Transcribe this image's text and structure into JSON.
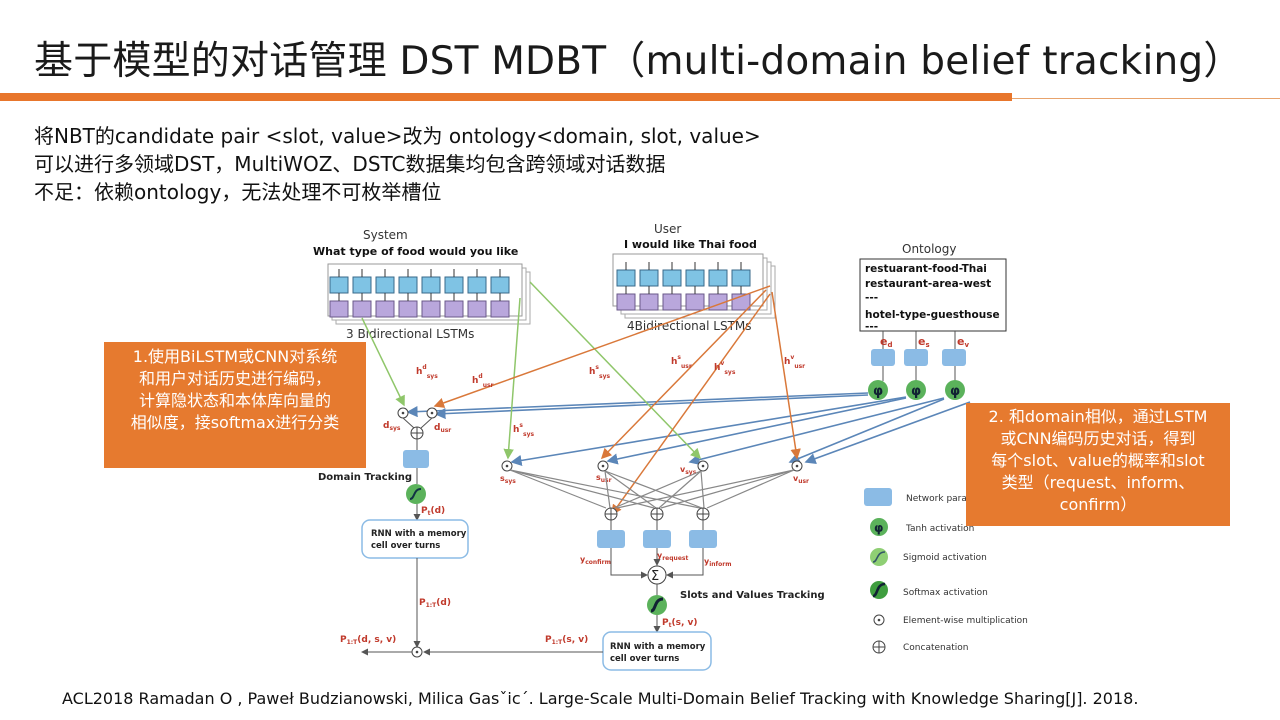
{
  "slide": {
    "title": "基于模型的对话管理 DST MDBT（multi-domain belief tracking）",
    "bullets": [
      "将NBT的candidate pair <slot, value>改为 ontology<domain, slot, value>",
      "可以进行多领域DST，MultiWOZ、DSTC数据集均包含跨领域对话数据",
      "不足：依赖ontology，无法处理不可枚举槽位"
    ],
    "note_left": [
      "1.使用BiLSTM或CNN对系统",
      "和用户对话历史进行编码，",
      "计算隐状态和本体库向量的",
      "相似度，接softmax进行分类"
    ],
    "note_right": [
      "2. 和domain相似，通过LSTM",
      "或CNN编码历史对话，得到",
      "每个slot、value的概率和slot",
      "类型（request、inform、",
      "confirm）"
    ],
    "citation": "ACL2018 Ramadan O , Paweł Budzianowski, Milica Gasˇicˊ. Large-Scale Multi-Domain Belief Tracking with Knowledge Sharing[J]. 2018."
  },
  "diagram": {
    "system_label": "System",
    "system_utterance": "What type of food would you like",
    "system_lstm_caption": "3 Bidirectional LSTMs",
    "user_label": "User",
    "user_utterance": "I would like Thai food",
    "user_lstm_caption": "4Bidirectional LSTMs",
    "ontology_label": "Ontology",
    "ontology_items": [
      "restuarant-food-Thai",
      "restaurant-area-west",
      "---",
      "hotel-type-guesthouse",
      "---"
    ],
    "embedding_labels": [
      "e",
      "e",
      "e"
    ],
    "embedding_subscripts": [
      "d",
      "s",
      "v"
    ],
    "phi_symbol": "φ",
    "hidden_labels": [
      "h",
      "h",
      "h",
      "h",
      "h",
      "h",
      "h"
    ],
    "hidden_sup": [
      "d",
      "d",
      "s",
      "s",
      "v",
      "v",
      "s"
    ],
    "hidden_sub": [
      "sys",
      "usr",
      "sys",
      "usr",
      "sys",
      "usr",
      "sys"
    ],
    "d_sys": "d",
    "d_usr": "d",
    "sub_sys": "sys",
    "sub_usr": "usr",
    "s_sys": "s",
    "s_usr": "s",
    "v_sys": "v",
    "v_usr": "v",
    "domain_tracking": "Domain Tracking",
    "pt_d": "P",
    "pt_d_sub": "t",
    "pt_d_arg": "(d)",
    "rnn_text_1": "RNN with a memory",
    "rnn_text_2": "cell over turns",
    "p1t_d": "P",
    "p1t_d_sub": "1:T",
    "p1t_d_arg": "(d)",
    "y_confirm": "y",
    "y_confirm_sub": "confirm",
    "y_request": "y",
    "y_request_sub": "request",
    "y_inform": "y",
    "y_inform_sub": "inform",
    "sum_symbol": "Σ",
    "slots_values_tracking": "Slots and Values Tracking",
    "pt_sv": "P",
    "pt_sv_sub": "t",
    "pt_sv_arg": "(s, v)",
    "p1t_sv": "P",
    "p1t_sv_sub": "1:T",
    "p1t_sv_arg": "(s, v)",
    "p1t_dsv": "P",
    "p1t_dsv_sub": "1:T",
    "p1t_dsv_arg": "(d, s, v)",
    "legend": [
      {
        "icon": "network-param",
        "label": "Network para"
      },
      {
        "icon": "tanh",
        "label": "Tanh activation"
      },
      {
        "icon": "sigmoid",
        "label": "Sigmoid activation"
      },
      {
        "icon": "softmax",
        "label": "Softmax activation"
      },
      {
        "icon": "element-wise",
        "label": "Element-wise multiplication"
      },
      {
        "icon": "concat",
        "label": "Concatenation"
      }
    ]
  },
  "colors": {
    "accent": "#e8762c",
    "note_bg": "#e67a2f",
    "lstm_blue": "#7fc3e4",
    "lstm_purple": "#b9a7dc",
    "param_blue": "#8bbbe5",
    "activation_green": "#5bb25b",
    "edge_blue": "#5b86b8",
    "edge_green": "#8fc66a",
    "edge_orange": "#d9783a"
  }
}
